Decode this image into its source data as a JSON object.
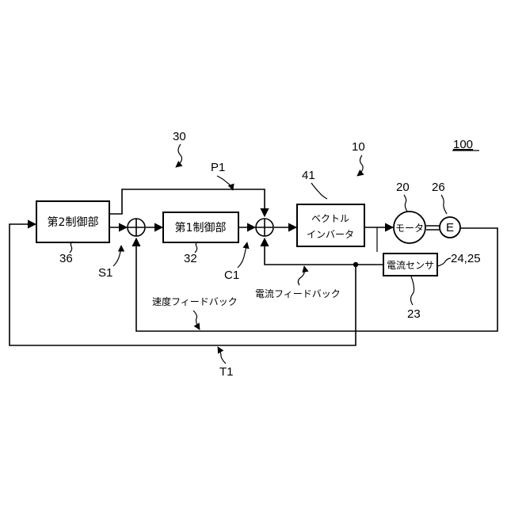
{
  "figure_ref": "100",
  "labels": {
    "system": "30",
    "inverter_ref": "10",
    "block_41": "41",
    "motor_ref": "20",
    "encoder_ref": "26",
    "sensor_ref": "24,25",
    "sensor_ref2": "23",
    "ctrl2_ref": "36",
    "ctrl1_ref": "32",
    "p1": "P1",
    "s1": "S1",
    "c1": "C1",
    "t1": "T1"
  },
  "blocks": {
    "second_controller": "第2制御部",
    "first_controller": "第1制御部",
    "inverter_line1": "ベクトル",
    "inverter_line2": "インバータ",
    "motor": "モータ",
    "encoder": "E",
    "current_sensor": "電流センサ"
  },
  "feedback": {
    "speed": "速度フィードバック",
    "current": "電流フィードバック"
  }
}
